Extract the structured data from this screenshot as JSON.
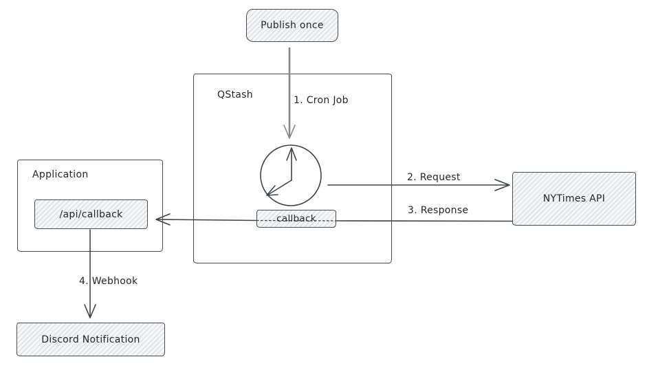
{
  "diagram": {
    "nodes": {
      "publish_once": "Publish once",
      "qstash": "QStash",
      "callback": "callback",
      "nytimes_api": "NYTimes API",
      "application": "Application",
      "api_callback": "/api/callback",
      "discord": "Discord Notification"
    },
    "edges": {
      "cron_job": "1. Cron Job",
      "request": "2. Request",
      "response": "3. Response",
      "webhook": "4. Webhook"
    },
    "colors": {
      "stroke": "#3c4248",
      "cron_arrow": "#82878c",
      "hatch_fill": "#f5f6f7",
      "text": "#22262a"
    }
  }
}
